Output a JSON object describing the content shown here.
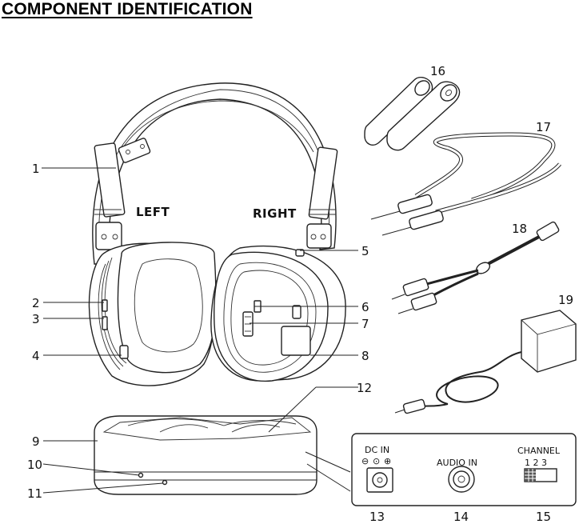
{
  "title": "COMPONENT IDENTIFICATION",
  "headphone_labels": {
    "left": "LEFT",
    "right": "RIGHT"
  },
  "callouts": [
    "1",
    "2",
    "3",
    "4",
    "5",
    "6",
    "7",
    "8",
    "9",
    "10",
    "11",
    "12",
    "13",
    "14",
    "15",
    "16",
    "17",
    "18",
    "19"
  ],
  "panel": {
    "dc_in": "DC IN",
    "dc_polarity": [
      "⊖",
      "⊙",
      "⊕"
    ],
    "audio_in": "AUDIO IN",
    "channel": "CHANNEL",
    "channel_numbers": "1  2  3"
  }
}
